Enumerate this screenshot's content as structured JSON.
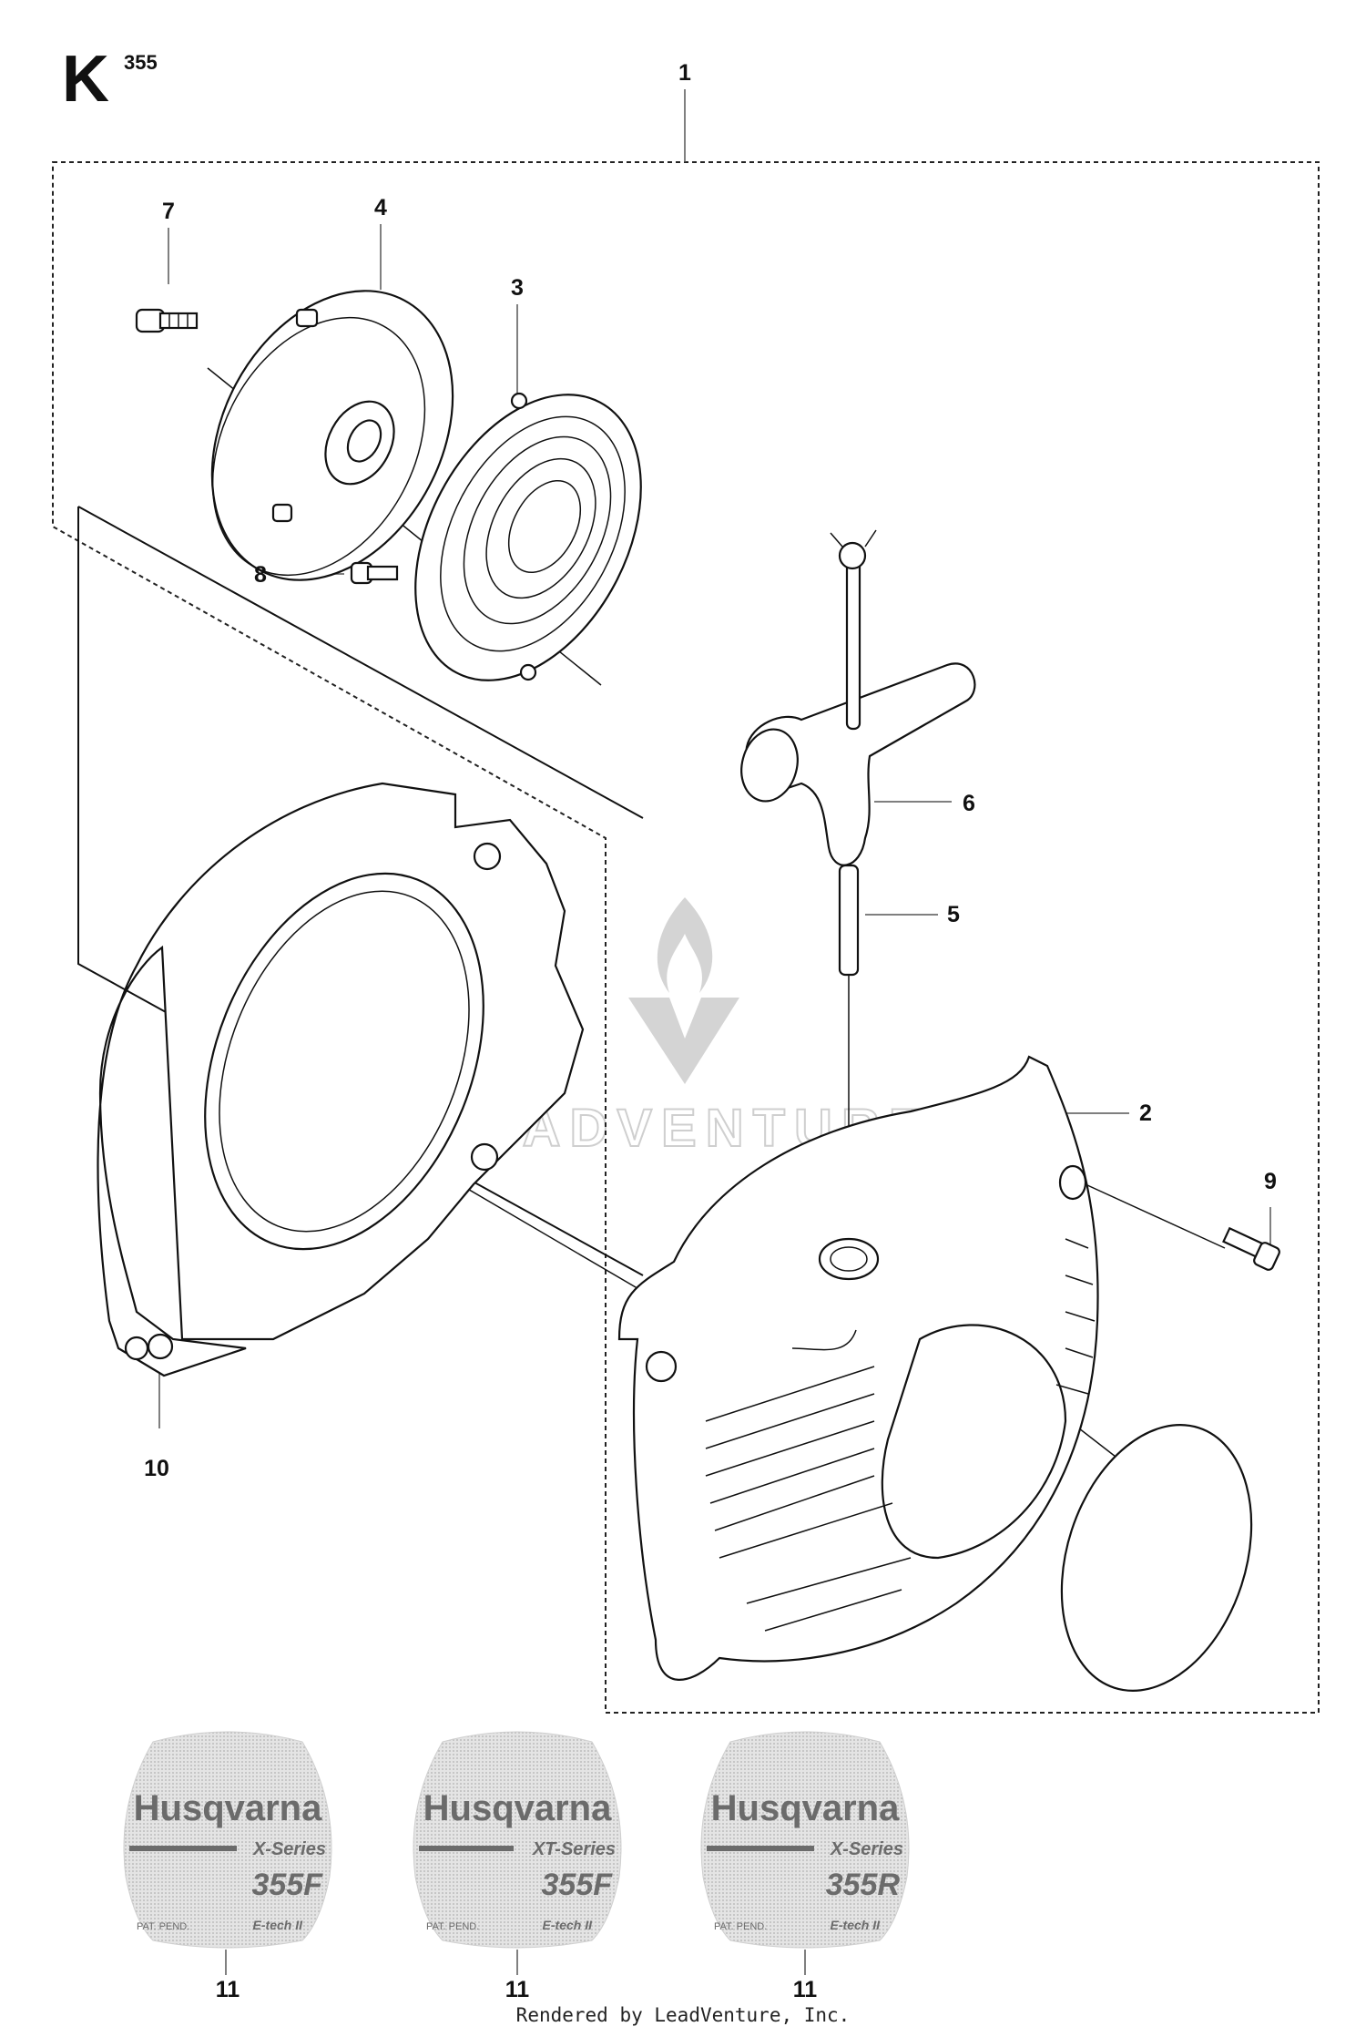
{
  "header": {
    "section_letter": "K",
    "model_number": "355"
  },
  "callouts": [
    "1",
    "2",
    "3",
    "4",
    "5",
    "6",
    "7",
    "8",
    "9",
    "10",
    "11"
  ],
  "watermark": {
    "text": "LEADVENTURE"
  },
  "decals": [
    {
      "brand": "Husqvarna",
      "series": "X-Series",
      "model": "355F",
      "pat": "PAT. PEND.",
      "etech": "E-tech II"
    },
    {
      "brand": "Husqvarna",
      "series": "XT-Series",
      "model": "355F",
      "pat": "PAT. PEND.",
      "etech": "E-tech II"
    },
    {
      "brand": "Husqvarna",
      "series": "X-Series",
      "model": "355R",
      "pat": "PAT. PEND.",
      "etech": "E-tech II"
    }
  ],
  "footer": {
    "credit": "Rendered by LeadVenture, Inc."
  },
  "colors": {
    "line": "#111111",
    "decal_fill": "#d9d9d9",
    "decal_text": "#6b6b6b",
    "watermark": "#d4d4d4"
  }
}
